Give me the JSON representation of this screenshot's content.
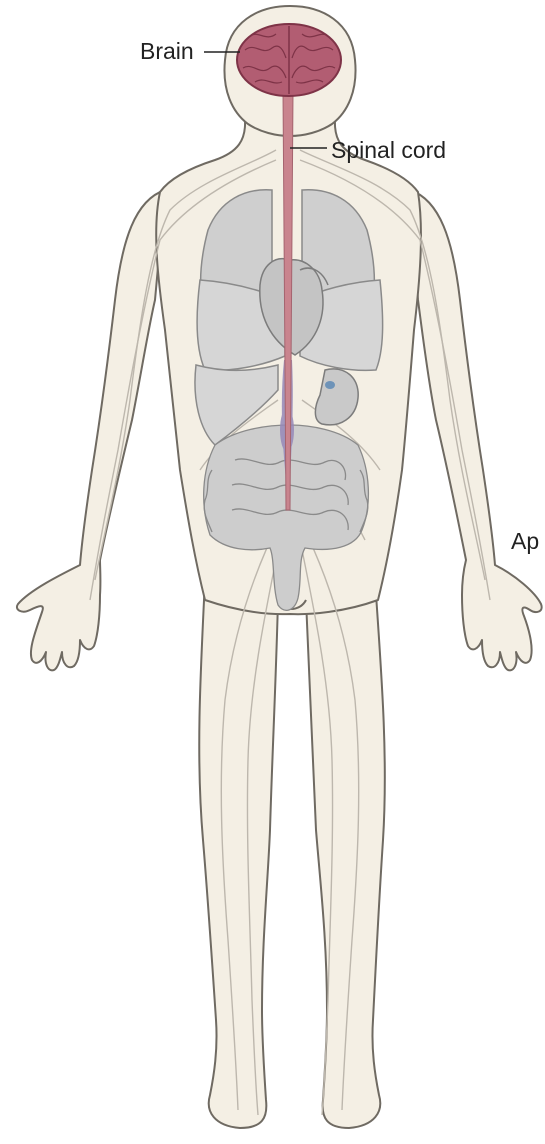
{
  "labels": {
    "brain": "Brain",
    "spinal_cord": "Spinal cord",
    "cut_off": "Ap"
  },
  "colors": {
    "background": "#ffffff",
    "body_fill": "#f4efe4",
    "body_outline": "#6f6a62",
    "nerve": "#bdb7ad",
    "brain": "#b25d72",
    "brain_dark": "#7e3347",
    "spinal_cord": "#c9848e",
    "organ": "#cfcfcf",
    "organ_dark": "#9d9d9d",
    "ganglia": "#9688b8",
    "leader_line": "#222222"
  },
  "icons": [
    "brain-icon",
    "spinal-cord-icon",
    "lungs-icon",
    "heart-icon",
    "liver-icon",
    "stomach-icon",
    "intestines-icon"
  ]
}
